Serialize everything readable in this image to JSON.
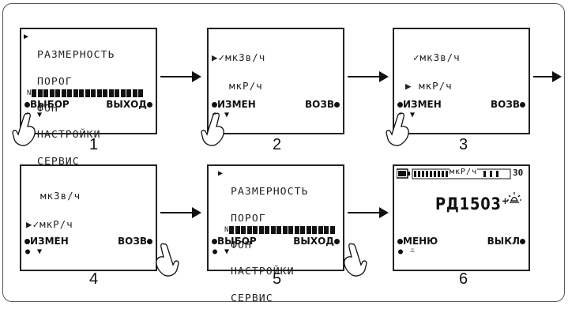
{
  "main_menu": [
    "РАЗМЕРНОСТЬ",
    "ПОРОГ",
    "ФОН",
    "НАСТРОЙКИ",
    "СЕРВИС"
  ],
  "units": [
    "мкЗв/ч",
    "мкР/ч"
  ],
  "n_label": "N",
  "softkeys": {
    "select": "ВЫБОР",
    "exit": "ВЫХОД",
    "change": "ИЗМЕН",
    "back": "ВОЗВ",
    "menu": "МЕНЮ",
    "off": "ВЫКЛ"
  },
  "step_numbers": [
    "1",
    "2",
    "3",
    "4",
    "5",
    "6"
  ],
  "device": {
    "status_unit": "мкР/ч",
    "status_value": "30",
    "model": "РД1503⁺"
  },
  "colors": {
    "ink": "#111111",
    "border": "#555555",
    "watermark": "#c8c8c8"
  }
}
